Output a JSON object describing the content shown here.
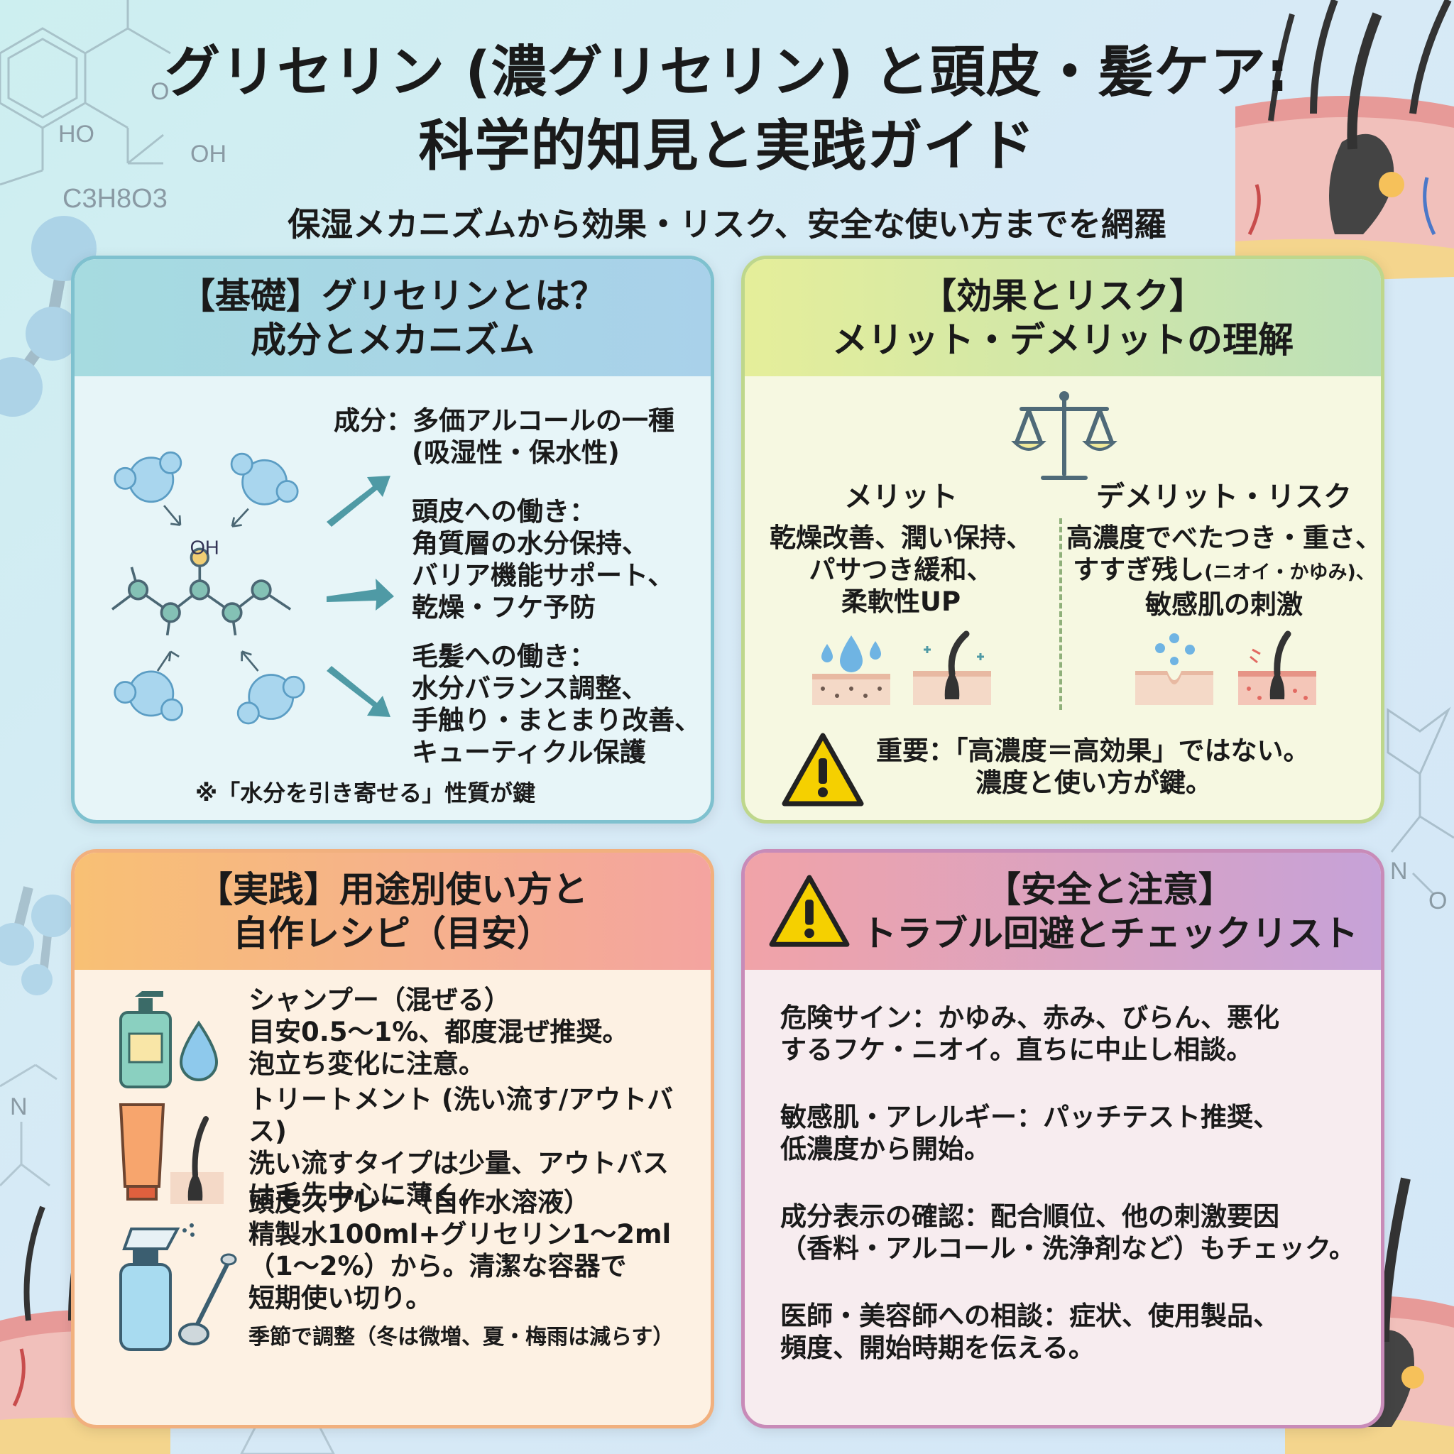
{
  "header": {
    "title_line1": "グリセリン (濃グリセリン) と頭皮・髪ケア:",
    "title_line2": "科学的知見と実践ガイド",
    "subtitle": "保湿メカニズムから効果・リスク、安全な使い方までを網羅"
  },
  "background": {
    "molecule_labels": [
      "HO",
      "O",
      "OH",
      "C3H8O3",
      "N",
      "O"
    ]
  },
  "basics": {
    "heading_line1": "【基礎】グリセリンとは？",
    "heading_line2": "成分とメカニズム",
    "molecule_label": "OH",
    "component_label": "成分：",
    "component_line1": "多価アルコールの一種",
    "component_line2": "(吸湿性・保水性)",
    "scalp_title": "頭皮への働き：",
    "scalp_lines": [
      "角質層の水分保持、",
      "バリア機能サポート、",
      "乾燥・フケ予防"
    ],
    "hair_title": "毛髪への働き：",
    "hair_lines": [
      "水分バランス調整、",
      "手触り・まとまり改善、",
      "キューティクル保護"
    ],
    "note": "※「水分を引き寄せる」性質が鍵"
  },
  "effects": {
    "heading_line1": "【効果とリスク】",
    "heading_line2": "メリット・デメリットの理解",
    "merit_title": "メリット",
    "merit_lines": [
      "乾燥改善、潤い保持、",
      "パサつき緩和、",
      "柔軟性UP"
    ],
    "demerit_title": "デメリット・リスク",
    "demerit_line1": "高濃度でべたつき・重さ、",
    "demerit_line2_main": "すすぎ残し",
    "demerit_line2_small": "(ニオイ・かゆみ)、",
    "demerit_line3": "敏感肌の刺激",
    "important_line1": "重要：「高濃度＝高効果」ではない。",
    "important_line2": "濃度と使い方が鍵。"
  },
  "practice": {
    "heading_line1": "【実践】用途別使い方と",
    "heading_line2": "自作レシピ（目安）",
    "shampoo_title": "シャンプー（混ぜる）",
    "shampoo_lines": [
      "目安0.5〜1%、都度混ぜ推奨。",
      "泡立ち変化に注意。"
    ],
    "treatment_title": "トリートメント (洗い流す/アウトバス)",
    "treatment_lines": [
      "洗い流すタイプは少量、アウトバス",
      "は毛先中心に薄く。"
    ],
    "spray_title": "頭皮スプレー（自作水溶液）",
    "spray_lines": [
      "精製水100ml+グリセリン1〜2ml",
      "（1〜2%）から。清潔な容器で",
      "短期使い切り。"
    ],
    "season_note": "季節で調整（冬は微増、夏・梅雨は減らす）"
  },
  "safety": {
    "heading_line1": "【安全と注意】",
    "heading_line2": "トラブル回避とチェックリスト",
    "items": [
      {
        "line1": "危険サイン：かゆみ、赤み、びらん、悪化",
        "line2": "するフケ・ニオイ。直ちに中止し相談。"
      },
      {
        "line1": "敏感肌・アレルギー：パッチテスト推奨、",
        "line2": "低濃度から開始。"
      },
      {
        "line1": "成分表示の確認：配合順位、他の刺激要因",
        "line2": "（香料・アルコール・洗浄剤など）もチェック。"
      },
      {
        "line1": "医師・美容師への相談：症状、使用製品、",
        "line2": "頻度、開始時期を伝える。"
      }
    ]
  },
  "colors": {
    "basics_accent": "#7fc1cf",
    "effects_accent": "#bed78c",
    "practice_accent": "#f1b07e",
    "safety_accent": "#c88bb8",
    "warning_yellow": "#f5d000",
    "arrow_teal": "#4f9aa5"
  },
  "icons": [
    "molecule-icon",
    "arrow-icon",
    "balance-scale-icon",
    "water-drop-icon",
    "hair-follicle-icon",
    "skin-irritation-icon",
    "warning-icon",
    "shampoo-bottle-icon",
    "treatment-tube-icon",
    "spray-bottle-icon",
    "spoon-icon"
  ]
}
